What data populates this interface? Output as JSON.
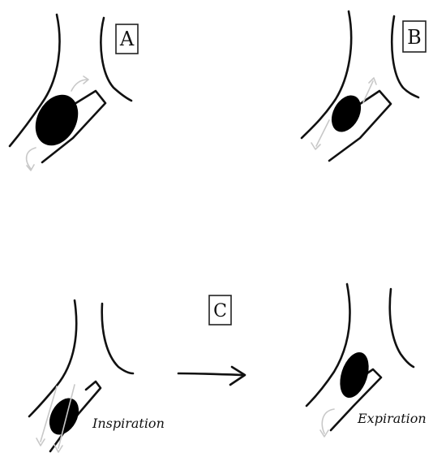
{
  "labels": {
    "a": "A",
    "b": "B",
    "c": "C",
    "inspiration": "Inspiration",
    "expiration": "Expiration"
  },
  "colors": {
    "ink": "#111111",
    "airflow": "#c8c8c8",
    "obstruction": "#000000"
  }
}
